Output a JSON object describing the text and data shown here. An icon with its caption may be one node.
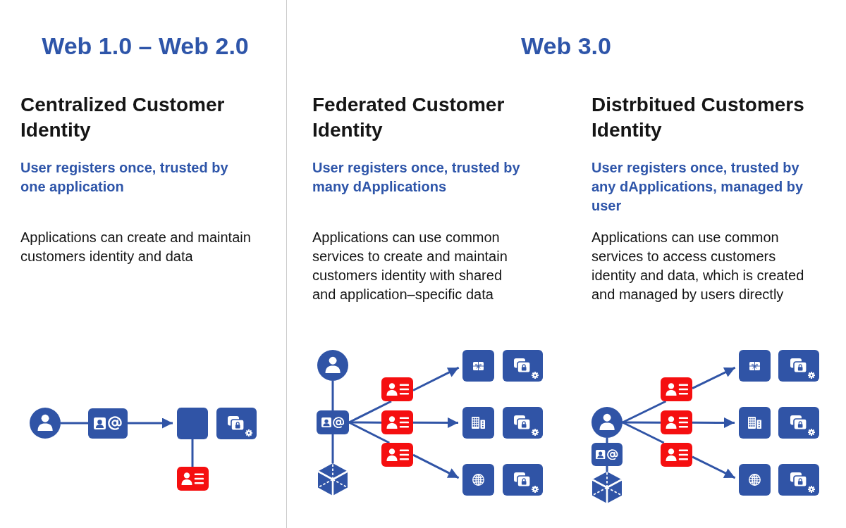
{
  "diagram": {
    "nodes": [
      {
        "text": [],
        "shape": "circle"
      },
      {
        "text": [],
        "shape": "box"
      },
      {
        "text": [],
        "shape": "box"
      },
      {
        "text": [],
        "shape": "box"
      },
      {
        "text": [],
        "shape": "box"
      },
      {
        "text": [],
        "shape": "circle"
      },
      {
        "text": [],
        "shape": "box"
      },
      {
        "text": [],
        "shape": "cube"
      },
      {
        "text": [],
        "shape": "box"
      },
      {
        "text": [],
        "shape": "box"
      },
      {
        "text": [],
        "shape": "box"
      },
      {
        "text": [],
        "shape": "box"
      },
      {
        "text": [],
        "shape": "box"
      },
      {
        "text": [],
        "shape": "box"
      },
      {
        "text": [],
        "shape": "box"
      },
      {
        "text": [],
        "shape": "box"
      },
      {
        "text": [],
        "shape": "box"
      },
      {
        "text": [],
        "shape": "circle"
      },
      {
        "text": [],
        "shape": "box"
      },
      {
        "text": [],
        "shape": "cube"
      },
      {
        "text": [],
        "shape": "box"
      },
      {
        "text": [],
        "shape": "box"
      },
      {
        "text": [],
        "shape": "box"
      },
      {
        "text": [],
        "shape": "box"
      },
      {
        "text": [],
        "shape": "box"
      },
      {
        "text": [],
        "shape": "box"
      },
      {
        "text": [],
        "shape": "box"
      },
      {
        "text": [],
        "shape": "box"
      },
      {
        "text": [],
        "shape": "box"
      }
    ],
    "edges": [
      {
        "from": 0,
        "to": 1,
        "arrow": "none"
      },
      {
        "from": 1,
        "to": 2,
        "arrow": "to"
      },
      {
        "from": 2,
        "to": 4,
        "arrow": "none"
      },
      {
        "from": 5,
        "to": 6,
        "arrow": "none"
      },
      {
        "from": 6,
        "to": 7,
        "arrow": "none"
      },
      {
        "from": 6,
        "to": 8,
        "arrow": "none"
      },
      {
        "from": 8,
        "to": 11,
        "arrow": "to"
      },
      {
        "from": 6,
        "to": 9,
        "arrow": "none"
      },
      {
        "from": 9,
        "to": 13,
        "arrow": "to"
      },
      {
        "from": 6,
        "to": 10,
        "arrow": "none"
      },
      {
        "from": 10,
        "to": 15,
        "arrow": "to"
      },
      {
        "from": 17,
        "to": 18,
        "arrow": "none"
      },
      {
        "from": 18,
        "to": 19,
        "arrow": "none"
      },
      {
        "from": 17,
        "to": 20,
        "arrow": "none"
      },
      {
        "from": 20,
        "to": 23,
        "arrow": "to"
      },
      {
        "from": 17,
        "to": 21,
        "arrow": "none"
      },
      {
        "from": 21,
        "to": 25,
        "arrow": "to"
      },
      {
        "from": 17,
        "to": 22,
        "arrow": "none"
      },
      {
        "from": 22,
        "to": 27,
        "arrow": "to"
      }
    ],
    "labels": [
      "Web 1.0 – Web 2.0",
      "Web 3.0",
      "Centralized Customer Identity",
      "Federated Customer Identity",
      "Distrbitued Customers Identity",
      "User registers once, trusted by one application",
      "User registers once, trusted by many dApplications",
      "User registers once, trusted by any dApplications, managed by user",
      "Applications can create and maintain customers identity and data",
      "Applications can use common services to create and maintain customers identity with shared and application–specific data",
      "Applications can use common services to access customers identity and data, which is created and managed by users directly"
    ]
  }
}
